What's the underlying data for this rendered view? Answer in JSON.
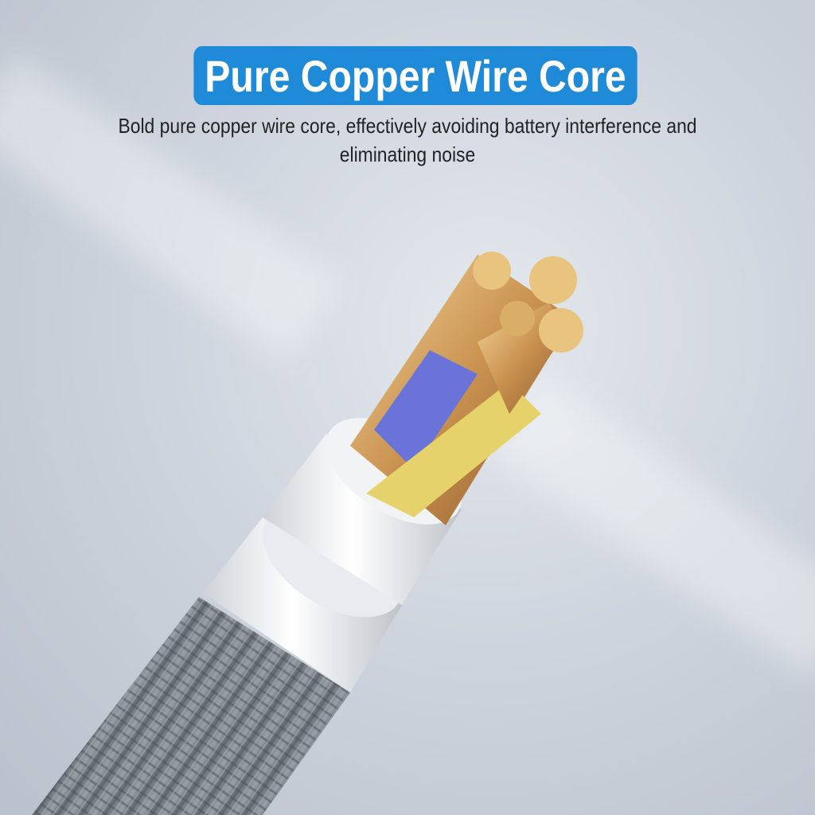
{
  "header": {
    "title": "Pure Copper Wire Core",
    "subtitle": "Bold pure copper wire core, effectively avoiding battery interference and eliminating noise",
    "accent_color": "#1e8ad8"
  },
  "image": {
    "subject": "braided-cable-cross-section",
    "elements": [
      "braided-sheath",
      "white-insulation",
      "copper-wire-bundle",
      "blue-wire",
      "yellow-wire"
    ]
  }
}
